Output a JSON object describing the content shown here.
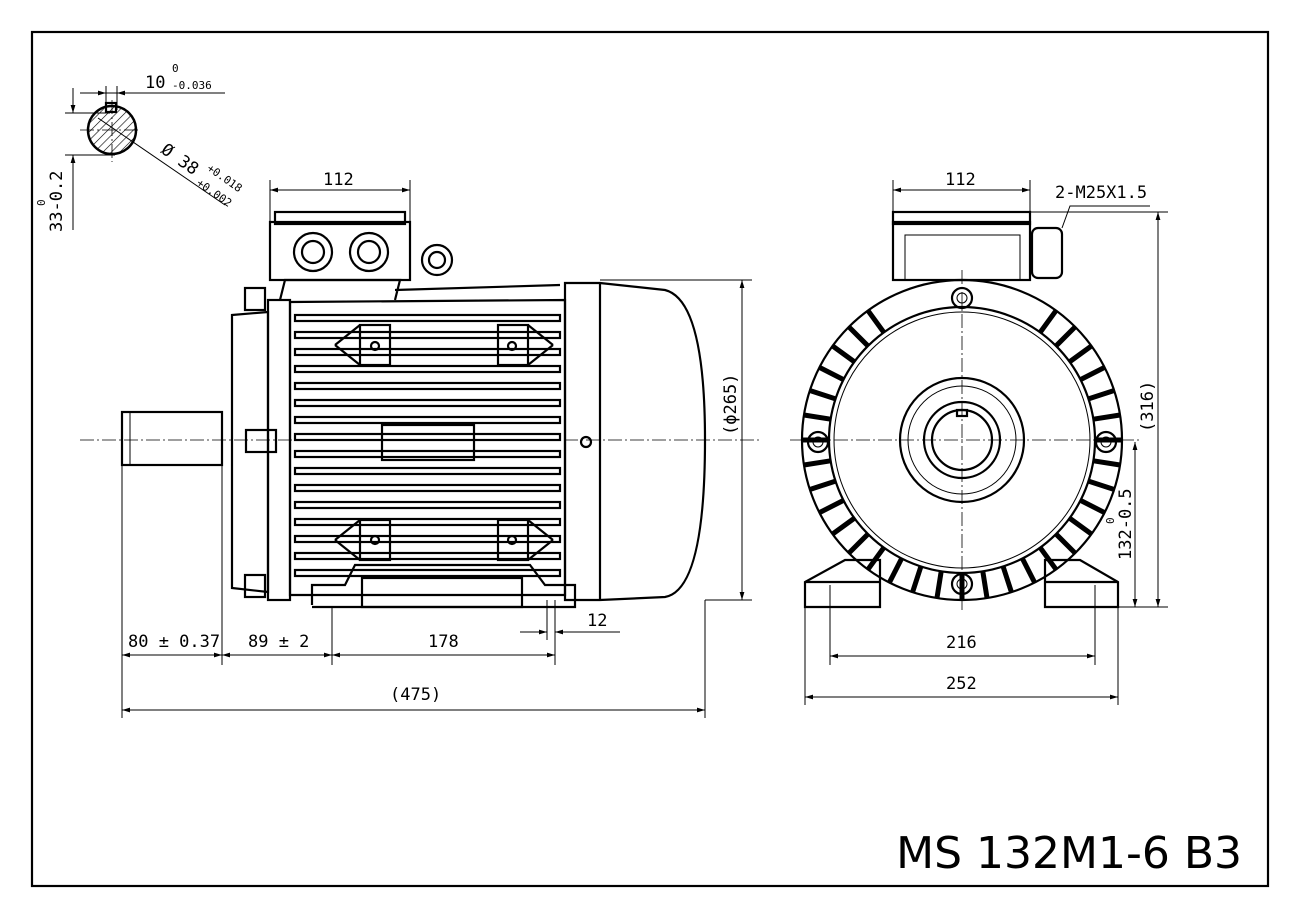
{
  "title": "MS 132M1-6 B3",
  "key_detail": {
    "key_width": "10",
    "key_width_tol_upper": "0",
    "key_width_tol_lower": "-0.036",
    "shaft_dia": "Ø 38",
    "shaft_dia_tol_upper": "+0.018",
    "shaft_dia_tol_lower": "+0.002",
    "key_height": "33-0.2",
    "key_height_tol_upper": "0"
  },
  "side_view": {
    "terminal_box_width": "112",
    "fan_cover_dia": "(ϕ265)",
    "shaft_length": "80 ± 0.37",
    "shoulder_to_foot": "89 ± 2",
    "foot_spacing": "178",
    "foot_hole": "12",
    "overall_length": "(475)"
  },
  "front_view": {
    "terminal_box_width": "112",
    "cable_gland": "2-M25X1.5",
    "overall_height": "(316)",
    "shaft_height": "132-0.5",
    "shaft_height_tol_upper": "0",
    "foot_hole_spacing": "216",
    "foot_width": "252"
  }
}
